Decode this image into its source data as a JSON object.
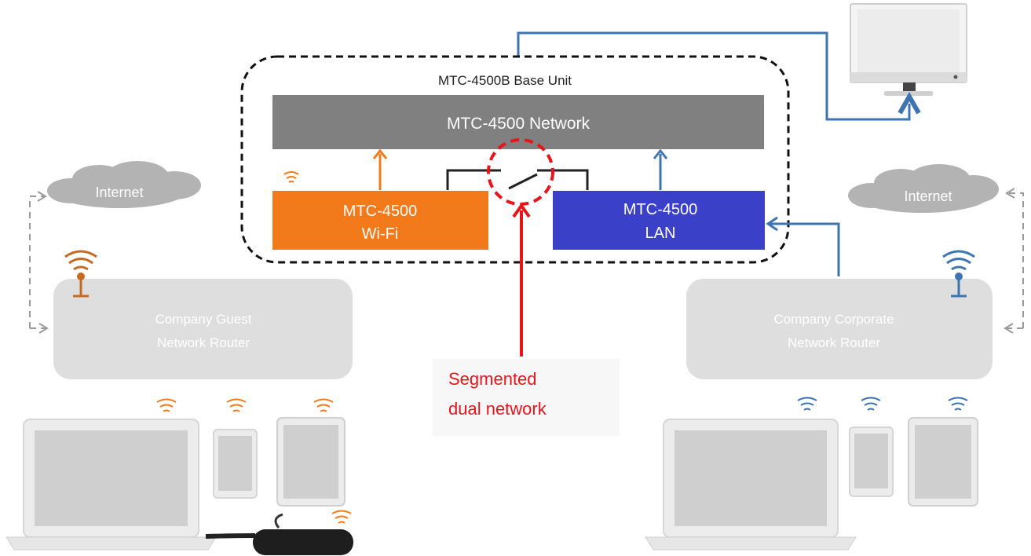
{
  "base_unit": {
    "title": "MTC-4500B Base Unit"
  },
  "network_bar": {
    "label": "MTC-4500 Network"
  },
  "wifi_module": {
    "line1": "MTC-4500",
    "line2": "Wi-Fi"
  },
  "lan_module": {
    "line1": "MTC-4500",
    "line2": "LAN"
  },
  "left": {
    "cloud_label": "Internet",
    "router_line1": "Company Guest",
    "router_line2": "Network Router"
  },
  "right": {
    "cloud_label": "Internet",
    "router_line1": "Company Corporate",
    "router_line2": "Network Router"
  },
  "callout": {
    "line1": "Segmented",
    "line2": "dual network"
  },
  "colors": {
    "orange": "#f27a1a",
    "blue": "#3b40c8",
    "line_blue": "#3e75b0",
    "gray_box": "#808080",
    "router_gray": "#dedede",
    "callout_red": "#e8141b"
  }
}
